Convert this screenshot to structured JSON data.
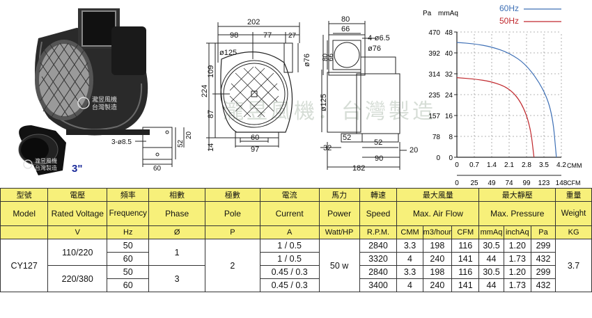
{
  "photos": {
    "label_3inch": "3\"",
    "badge_text_line1": "瀧昱風機",
    "badge_text_line2": "台灣製造"
  },
  "drawing_front": {
    "dims": {
      "d202": "202",
      "d98": "98",
      "d77": "77",
      "d27": "27",
      "d125": "ø125",
      "d76": "ø76",
      "d109": "109",
      "d224": "224",
      "d87": "87",
      "d14": "14",
      "d60": "60",
      "d97": "97"
    }
  },
  "drawing_side": {
    "dims": {
      "d80": "80",
      "d66": "66",
      "holes": "4-ø6.5",
      "d76b": "ø76",
      "d80v": "80",
      "d66v": "66",
      "d125v": "ø125",
      "d52a": "52",
      "d52b": "52",
      "d32": "32",
      "d90": "90",
      "d20": "20",
      "d182": "182"
    }
  },
  "drawing_flange": {
    "dims": {
      "holes": "3-ø8.5",
      "d52": "52",
      "d20": "20",
      "d60": "60"
    }
  },
  "watermark": "瀧昱風機．台灣製造",
  "chart_data": {
    "type": "line",
    "title": "",
    "y_units_left": "Pa",
    "y_units_right": "mmAq",
    "ylabel_ticks_pa": [
      "470",
      "392",
      "314",
      "235",
      "157",
      "78",
      "0"
    ],
    "ylabel_ticks_mmaq": [
      "48",
      "40",
      "32",
      "24",
      "16",
      "8",
      "0"
    ],
    "x_ticks_cmm": [
      "0",
      "0.7",
      "1.4",
      "2.1",
      "2.8",
      "3.5",
      "4.2"
    ],
    "x_ticks_cfm": [
      "0",
      "25",
      "49",
      "74",
      "99",
      "123",
      "148"
    ],
    "x_unit_cmm": "CMM",
    "x_unit_cfm": "CFM",
    "ylim": [
      0,
      48
    ],
    "xlim": [
      0,
      4.2
    ],
    "legend": [
      {
        "name": "60Hz",
        "color": "#3d6fb5"
      },
      {
        "name": "50Hz",
        "color": "#c0282d"
      }
    ],
    "series": [
      {
        "name": "60Hz",
        "color": "#3d6fb5",
        "points": [
          [
            0,
            44
          ],
          [
            0.7,
            43.5
          ],
          [
            1.4,
            42.3
          ],
          [
            2.1,
            40
          ],
          [
            2.8,
            35.5
          ],
          [
            3.5,
            26
          ],
          [
            3.85,
            16
          ],
          [
            4.0,
            0
          ]
        ]
      },
      {
        "name": "50Hz",
        "color": "#c0282d",
        "points": [
          [
            0,
            30.5
          ],
          [
            0.7,
            30
          ],
          [
            1.4,
            29
          ],
          [
            2.1,
            26.5
          ],
          [
            2.6,
            21
          ],
          [
            2.95,
            12
          ],
          [
            3.1,
            0
          ]
        ]
      }
    ]
  },
  "table": {
    "h1": [
      "型號",
      "電壓",
      "頻率",
      "相數",
      "極數",
      "電流",
      "馬力",
      "轉速",
      "最大風量",
      "最大靜壓",
      "重量"
    ],
    "h2": {
      "model": "Model",
      "voltage": "Rated Voltage",
      "frequency": "Frequency",
      "phase": "Phase",
      "pole": "Pole",
      "current": "Current",
      "power": "Power",
      "speed": "Speed",
      "airflow": "Max. Air Flow",
      "pressure": "Max. Pressure",
      "weight": "Weight"
    },
    "units": [
      "V",
      "Hz",
      "Ø",
      "P",
      "A",
      "Watt/HP",
      "R.P.M.",
      "CMM",
      "m3/hour",
      "CFM",
      "mmAq",
      "inchAq",
      "Pa",
      "KG"
    ],
    "model": "CY127",
    "pole": "2",
    "power": "50 w",
    "weight": "3.7",
    "groups": [
      {
        "voltage": "110/220",
        "phase": "1"
      },
      {
        "voltage": "220/380",
        "phase": "3"
      }
    ],
    "rows": [
      {
        "freq": "50",
        "current": "1 / 0.5",
        "rpm": "2840",
        "cmm": "3.3",
        "m3h": "198",
        "cfm": "116",
        "mmaq": "30.5",
        "inchaq": "1.20",
        "pa": "299"
      },
      {
        "freq": "60",
        "current": "1 / 0.5",
        "rpm": "3320",
        "cmm": "4",
        "m3h": "240",
        "cfm": "141",
        "mmaq": "44",
        "inchaq": "1.73",
        "pa": "432"
      },
      {
        "freq": "50",
        "current": "0.45 / 0.3",
        "rpm": "2840",
        "cmm": "3.3",
        "m3h": "198",
        "cfm": "116",
        "mmaq": "30.5",
        "inchaq": "1.20",
        "pa": "299"
      },
      {
        "freq": "60",
        "current": "0.45 / 0.3",
        "rpm": "3400",
        "cmm": "4",
        "m3h": "240",
        "cfm": "141",
        "mmaq": "44",
        "inchaq": "1.73",
        "pa": "432"
      }
    ]
  }
}
